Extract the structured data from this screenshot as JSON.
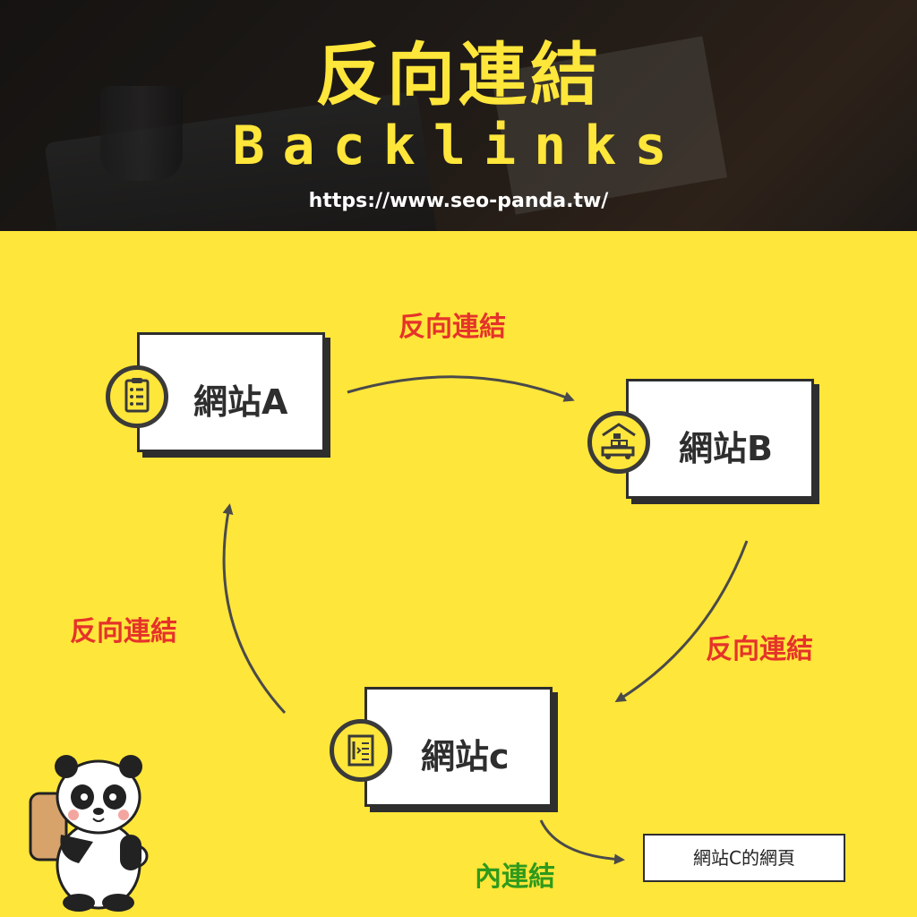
{
  "header": {
    "title_cn": "反向連結",
    "title_en": "Backlinks",
    "url": "https://www.seo-panda.tw/"
  },
  "sites": {
    "a": {
      "label": "網站A",
      "icon": "clipboard-icon"
    },
    "b": {
      "label": "網站B",
      "icon": "warehouse-truck-icon"
    },
    "c": {
      "label": "網站c",
      "icon": "document-icon"
    }
  },
  "links": {
    "a_to_b": "反向連結",
    "b_to_c": "反向連結",
    "c_to_a": "反向連結",
    "internal": "內連結"
  },
  "page_box": {
    "label": "網站C的網頁"
  },
  "colors": {
    "background": "#ffe63a",
    "backlink_text": "#e5332a",
    "internal_text": "#2e9a1c",
    "box_border": "#2e2e2e"
  }
}
